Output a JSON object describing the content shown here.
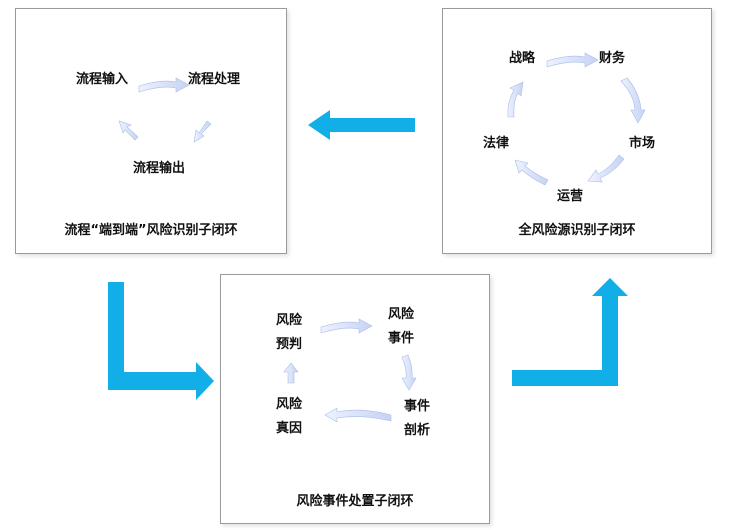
{
  "panel_process": {
    "caption": "流程“端到端”风险识别子闭环",
    "node_input": "流程输入",
    "node_handle": "流程处理",
    "node_output": "流程输出"
  },
  "panel_sources": {
    "caption": "全风险源识别子闭环",
    "node_strategy": "战略",
    "node_finance": "财务",
    "node_market": "市场",
    "node_operation": "运营",
    "node_law": "法律"
  },
  "panel_event": {
    "caption": "风险事件处置子闭环",
    "node_forecast_line1": "风险",
    "node_forecast_line2": "预判",
    "node_event_line1": "风险",
    "node_event_line2": "事件",
    "node_analysis_line1": "事件",
    "node_analysis_line2": "剖析",
    "node_cause_line1": "风险",
    "node_cause_line2": "真因"
  },
  "colors": {
    "connector_arrow": "#12aee8",
    "cycle_arrow_light": "#eef2ff",
    "cycle_arrow_mid": "#c6d3f3",
    "cycle_arrow_stroke": "#a9bde8",
    "panel_border": "#9a9a9a"
  }
}
